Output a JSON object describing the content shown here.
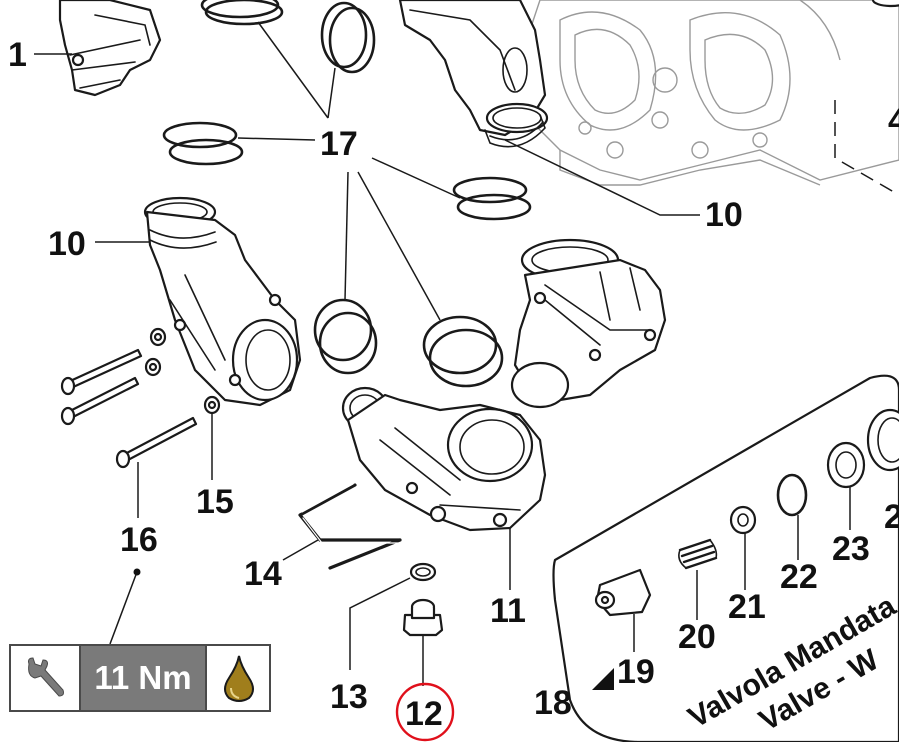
{
  "callouts": {
    "c1": "1",
    "c4": "4",
    "c10a": "10",
    "c10b": "10",
    "c11": "11",
    "c12": "12",
    "c13": "13",
    "c14": "14",
    "c15": "15",
    "c16": "16",
    "c17": "17",
    "c18": "18",
    "c19": "19",
    "c20": "20",
    "c21": "21",
    "c22": "22",
    "c23": "23",
    "c2x": "2"
  },
  "panel": {
    "line1": "Valvola Mandata - Bi",
    "line2": "Valve - W"
  },
  "torque": {
    "value": "11 Nm",
    "wrench_icon": "wrench-icon",
    "oil_icon": "oil-drop-icon",
    "oil_color": "#a07e1c"
  },
  "highlight": {
    "part": "12",
    "color": "#e0101b"
  }
}
